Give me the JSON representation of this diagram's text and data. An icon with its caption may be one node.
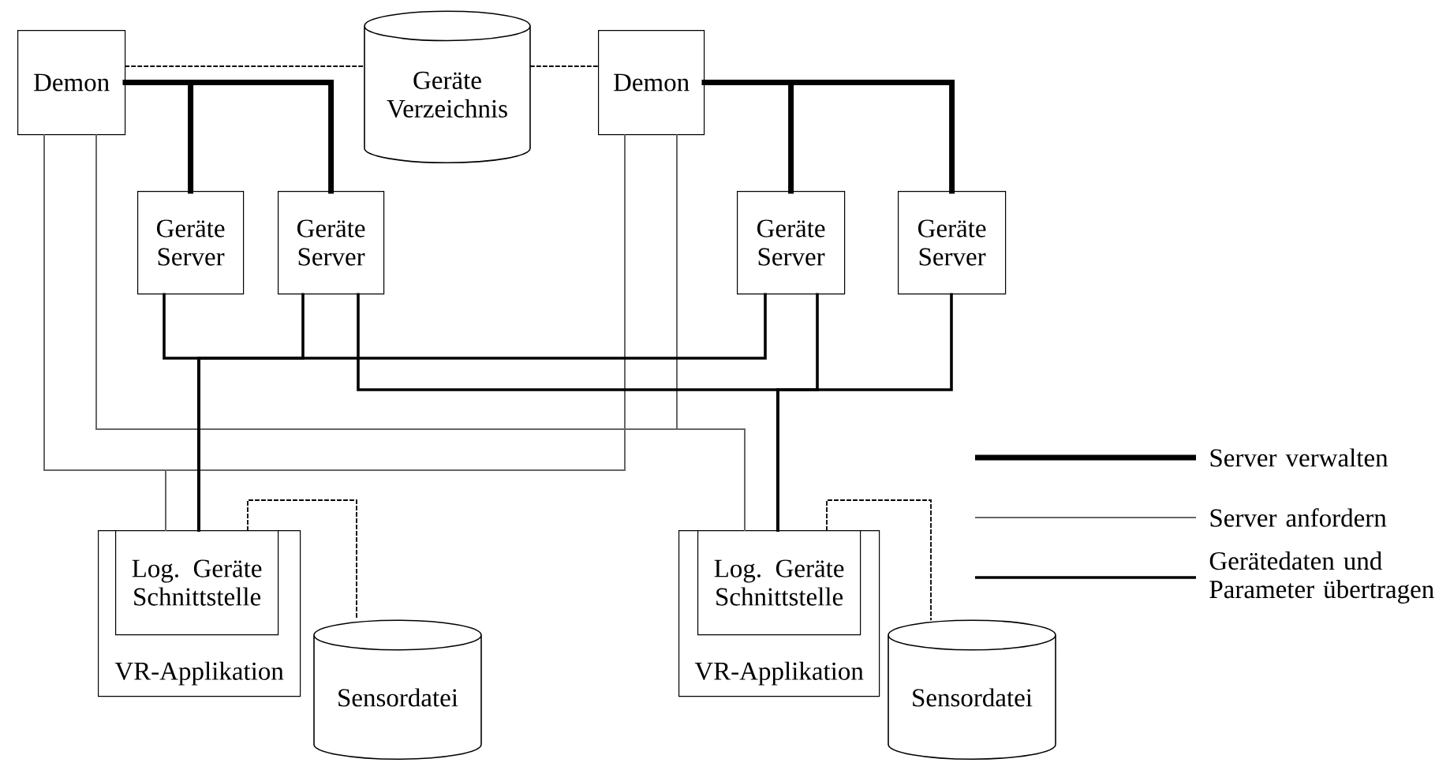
{
  "diagram": {
    "nodes": [
      {
        "text": [
          "Demon"
        ]
      },
      {
        "text": [
          "Geräte Verzeichnis"
        ]
      },
      {
        "text": [
          "Demon"
        ]
      },
      {
        "text": [
          "Geräte Server"
        ]
      },
      {
        "text": [
          "Geräte Server"
        ]
      },
      {
        "text": [
          "Geräte Server"
        ]
      },
      {
        "text": [
          "Geräte Server"
        ]
      },
      {
        "text": [
          "VR-Applikation"
        ]
      },
      {
        "text": [
          "Log. Geräte Schnittstelle"
        ],
        "in": 7
      },
      {
        "text": [
          "Sensordatei"
        ]
      },
      {
        "text": [
          "VR-Applikation"
        ]
      },
      {
        "text": [
          "Log. Geräte Schnittstelle"
        ],
        "in": 10
      },
      {
        "text": [
          "Sensordatei"
        ]
      }
    ],
    "edges": [
      {
        "from": 0,
        "to": 1,
        "arrow": "none",
        "style": "dashed"
      },
      {
        "from": 1,
        "to": 2,
        "arrow": "none",
        "style": "dashed"
      },
      {
        "from": 0,
        "to": 3,
        "arrow": "none",
        "style": "thick"
      },
      {
        "from": 0,
        "to": 4,
        "arrow": "none",
        "style": "thick"
      },
      {
        "from": 2,
        "to": 5,
        "arrow": "none",
        "style": "thick"
      },
      {
        "from": 2,
        "to": 6,
        "arrow": "none",
        "style": "thick"
      },
      {
        "from": 0,
        "to": 8,
        "arrow": "none",
        "color": "#666666"
      },
      {
        "from": 2,
        "to": 8,
        "arrow": "none",
        "color": "#666666"
      },
      {
        "from": 0,
        "to": 11,
        "arrow": "none",
        "color": "#666666"
      },
      {
        "from": 2,
        "to": 11,
        "arrow": "none",
        "color": "#666666"
      },
      {
        "from": 3,
        "to": 8,
        "arrow": "none"
      },
      {
        "from": 4,
        "to": 8,
        "arrow": "none"
      },
      {
        "from": 5,
        "to": 8,
        "arrow": "none"
      },
      {
        "from": 4,
        "to": 11,
        "arrow": "none"
      },
      {
        "from": 5,
        "to": 11,
        "arrow": "none"
      },
      {
        "from": 6,
        "to": 11,
        "arrow": "none"
      },
      {
        "from": 8,
        "to": 9,
        "arrow": "none",
        "style": "dashed"
      },
      {
        "from": 11,
        "to": 12,
        "arrow": "none",
        "style": "dashed"
      }
    ],
    "legend": [
      {
        "text": "Server verwalten"
      },
      {
        "text": "Server anfordern"
      },
      {
        "text": "Gerätedaten und Parameter übertragen"
      }
    ]
  }
}
